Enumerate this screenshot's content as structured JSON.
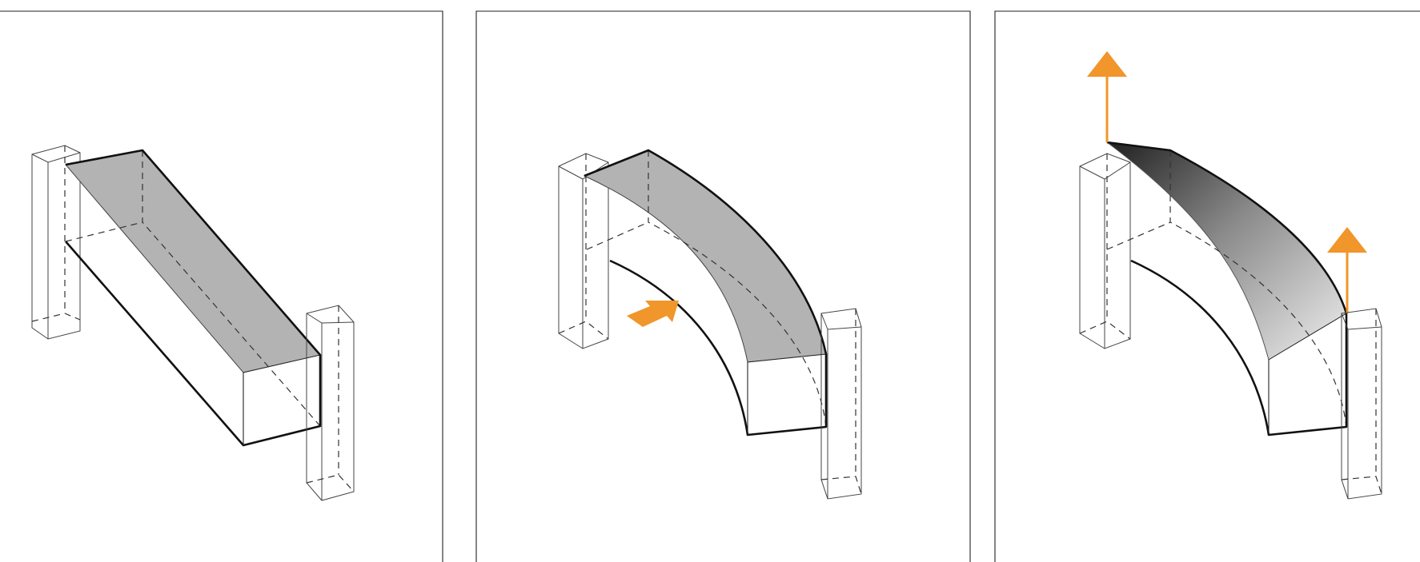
{
  "panels": [
    {
      "id": "panel-1",
      "state": "straight-beam"
    },
    {
      "id": "panel-2",
      "state": "curved-beam",
      "arrow": "push-arrow"
    },
    {
      "id": "panel-3",
      "state": "twisted-curved-beam",
      "arrows": [
        "up-arrow",
        "up-arrow"
      ]
    }
  ],
  "colors": {
    "frame": "#333333",
    "top_face": "#b3b3b3",
    "accent": "#f0962a",
    "stroke": "#111111"
  }
}
